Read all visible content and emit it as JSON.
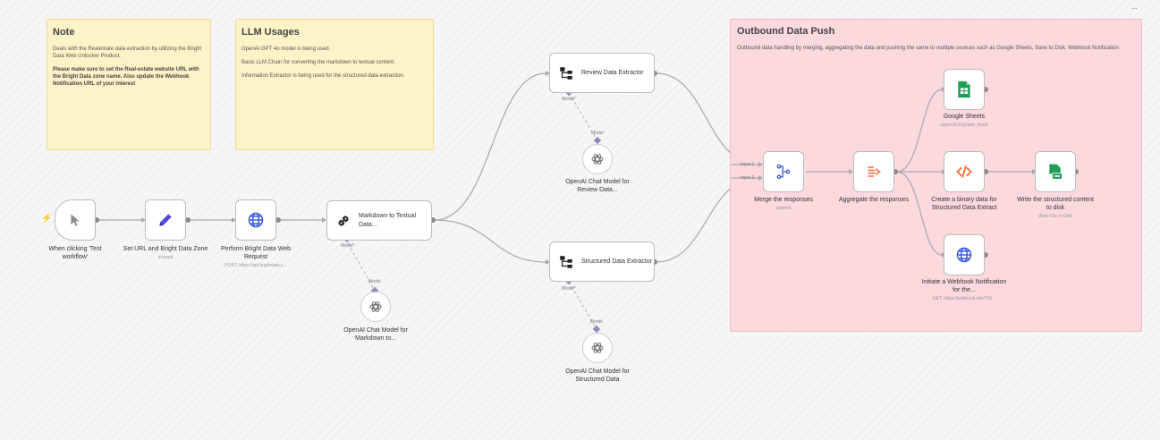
{
  "canvas": {
    "menu_label": "..."
  },
  "sticky_notes": {
    "note": {
      "title": "Note",
      "line1": "Deals with the Realestate data extraction by utilizing the Bright Data Web Unlocker Product.",
      "line2": "Please make sure to set the Real-estate website URL with the Bright Data zone name. Also update the Webhook Notification URL of your interest"
    },
    "llm": {
      "title": "LLM Usages",
      "line1": "OpenAI GPT 4o model is being used.",
      "line2": "Basic LLM Chain for converting the markdown to textual content.",
      "line3": "Information Extractor is being used for the structured data extraction."
    },
    "outbound": {
      "title": "Outbound Data Push",
      "line1": "Outbound data handling by merging, aggregating the data and pushing the same to multiple sources such as Google Sheets, Save to Disk, Webhook Notification"
    }
  },
  "nodes": {
    "trigger": {
      "label": "When clicking 'Test workflow'"
    },
    "set_url": {
      "label": "Set URL and Bright Data Zone",
      "sub": "manual"
    },
    "bright_data": {
      "label": "Perform Bright Data Web Request",
      "sub": "POST: https://api.brightdata.c..."
    },
    "markdown": {
      "label": "Markdown to Textual Data..."
    },
    "review": {
      "label": "Review Data Extractor"
    },
    "structured": {
      "label": "Structured Data Extractor"
    },
    "chat_markdown": {
      "label": "OpenAI Chat Model for Markdown to..."
    },
    "chat_review": {
      "label": "OpenAI Chat Model for Review Data..."
    },
    "chat_structured": {
      "label": "OpenAI Chat Model for Structured Data"
    },
    "merge": {
      "label": "Merge the responses",
      "sub": "append"
    },
    "aggregate": {
      "label": "Aggregate the responses"
    },
    "sheets": {
      "label": "Google Sheets",
      "sub": "appendOrUpdate: sheet"
    },
    "binary": {
      "label": "Create a binary data for Structured Data Extract"
    },
    "write_disk": {
      "label": "Write the structured content to disk",
      "sub": "Write File to Disk"
    },
    "webhook": {
      "label": "Initiate a Webhook Notification for the...",
      "sub": "GET: https://webhook.site/7b5..."
    }
  },
  "connectors": {
    "model_req": "Model*",
    "model": "Model",
    "input1": "Input 1",
    "input2": "Input 2"
  },
  "colors": {
    "accent_orange": "#ff6d3a",
    "pencil_blue": "#4f46e5",
    "globe_blue": "#3b5bdb",
    "sheets_green": "#1e9d55",
    "sticky_yellow": "#fdf3c8",
    "sticky_red": "#fbd9dc"
  }
}
